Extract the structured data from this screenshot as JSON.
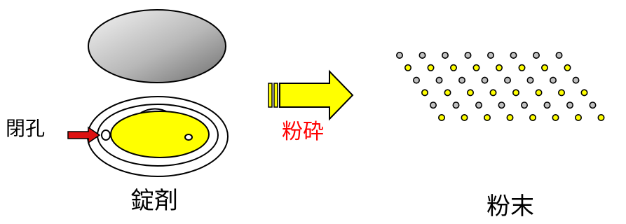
{
  "labels": {
    "closed_hole": "閉孔",
    "crushing": "粉砕",
    "tablet": "錠剤",
    "powder": "粉末"
  },
  "colors": {
    "arrow_fill": "#ffff00",
    "closed_hole_arrow": "#dd1111",
    "crushing_text": "#ff0000",
    "tablet_core": "#ffff00",
    "powder_dot_yellow": "#ffff00",
    "powder_dot_gray": "#c0c0c0"
  },
  "powder": {
    "rows": [
      {
        "count": 8,
        "color": "gray"
      },
      {
        "count": 8,
        "color": "yellow"
      },
      {
        "count": 8,
        "color": "gray"
      },
      {
        "count": 8,
        "color": "yellow"
      },
      {
        "count": 8,
        "color": "gray"
      },
      {
        "count": 8,
        "color": "yellow"
      }
    ]
  }
}
